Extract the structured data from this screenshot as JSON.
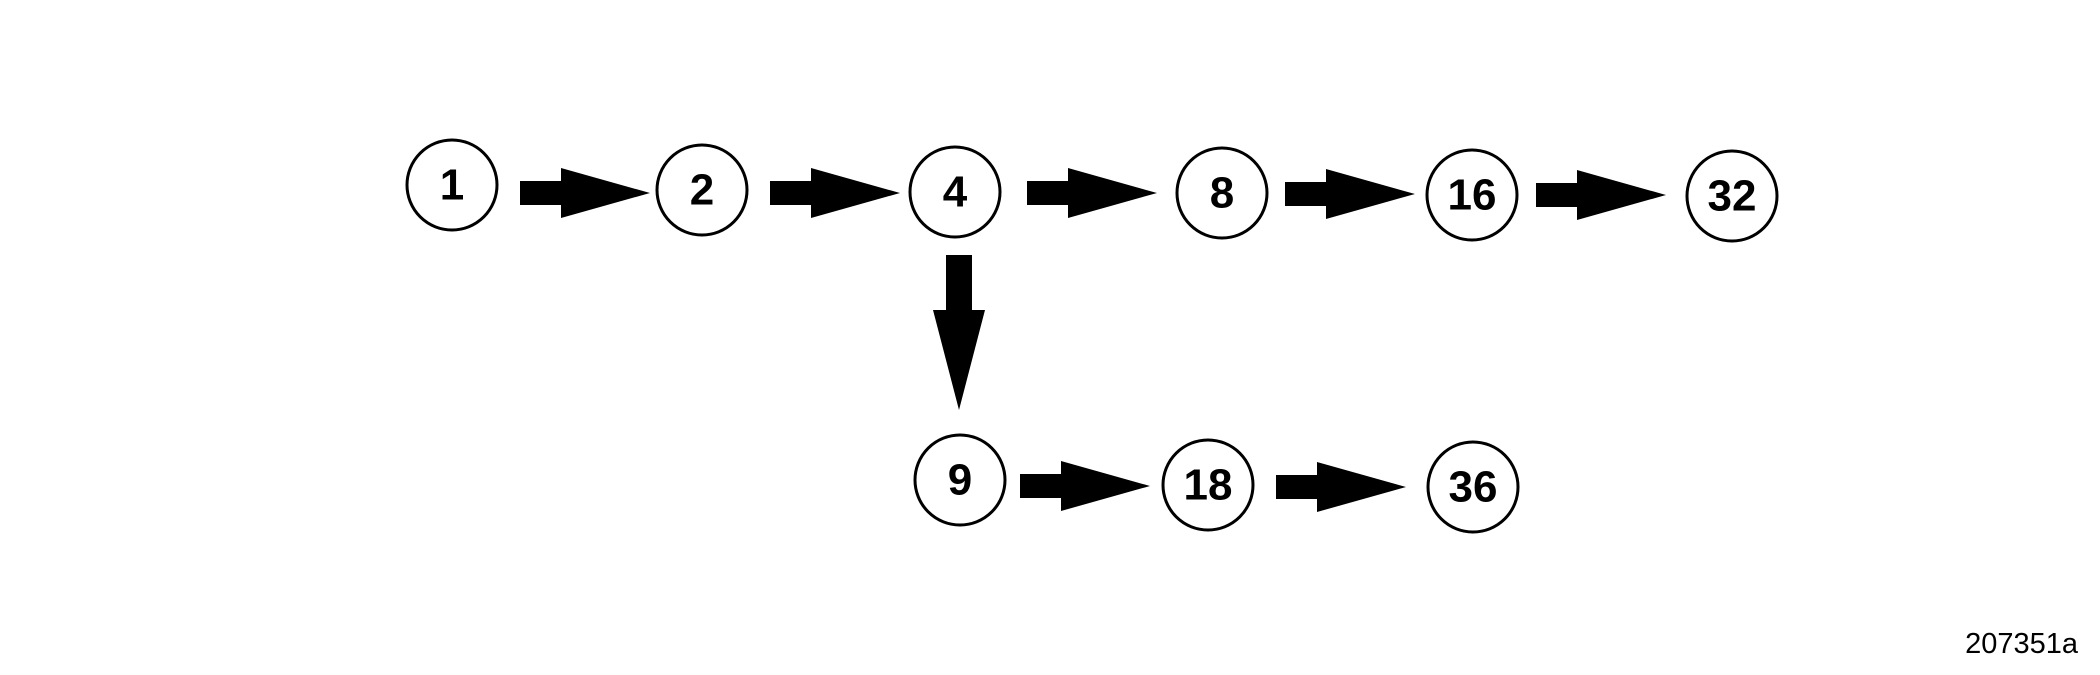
{
  "nodes": [
    {
      "id": "n1",
      "label": "1"
    },
    {
      "id": "n2",
      "label": "2"
    },
    {
      "id": "n4",
      "label": "4"
    },
    {
      "id": "n8",
      "label": "8"
    },
    {
      "id": "n16",
      "label": "16"
    },
    {
      "id": "n32",
      "label": "32"
    },
    {
      "id": "n9",
      "label": "9"
    },
    {
      "id": "n18",
      "label": "18"
    },
    {
      "id": "n36",
      "label": "36"
    }
  ],
  "edges": [
    {
      "from": "n1",
      "to": "n2"
    },
    {
      "from": "n2",
      "to": "n4"
    },
    {
      "from": "n4",
      "to": "n8"
    },
    {
      "from": "n8",
      "to": "n16"
    },
    {
      "from": "n16",
      "to": "n32"
    },
    {
      "from": "n4",
      "to": "n9"
    },
    {
      "from": "n9",
      "to": "n18"
    },
    {
      "from": "n18",
      "to": "n36"
    }
  ],
  "figure_id": "207351a",
  "colors": {
    "stroke": "#000000",
    "fill": "#ffffff"
  }
}
